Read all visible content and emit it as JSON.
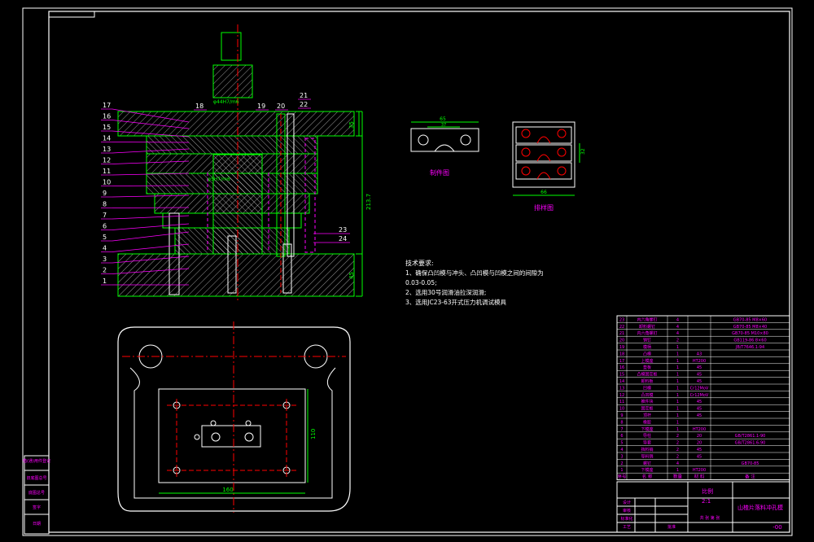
{
  "colors": {
    "background": "#000000",
    "frame": "#ffffff",
    "outline": "#00ff00",
    "section": "#ffffff",
    "hidden": "#ff00ff",
    "center": "#ff0000",
    "dimension": "#00ff00",
    "leader": "#ff00ff",
    "note": "#ffffff",
    "table": "#ffffff",
    "table_text": "#ff00ff",
    "table_fill": "#00aa00"
  },
  "part_numbers_left": [
    "17",
    "16",
    "15",
    "14",
    "13",
    "12",
    "11",
    "10",
    "9",
    "8",
    "7",
    "6",
    "5",
    "4",
    "3",
    "2",
    "1"
  ],
  "part_numbers_top": [
    "18",
    "19",
    "20",
    "21",
    "22"
  ],
  "part_numbers_right": [
    "23",
    "24"
  ],
  "dimensions": {
    "top_stack": "35",
    "total_height": "213.7",
    "bottom_base": "45",
    "fit_label": "φ44H7/m6",
    "fit_label_2": "φ5H7/m6",
    "base_width": "160",
    "base_depth": "110",
    "detail1_width": "65",
    "detail1_inner": "37",
    "detail2_width": "66",
    "detail2_height": "32"
  },
  "detail_labels": {
    "part_view": "制件图",
    "layout_view": "排样图"
  },
  "tech_notes": {
    "title": "技术要求:",
    "lines": [
      "1、确保凸凹模与冲头、凸凹模与凹模之间的间隙为",
      "0.03-0.05;",
      "2、选用30号润滑油拉深润滑;",
      "3、选用JC23-63开式压力机调试模具"
    ]
  },
  "bom_rows": [
    {
      "no": "23",
      "name": "内六角螺钉",
      "qty": "4",
      "mat": "",
      "std": "GB70-85 M8×60"
    },
    {
      "no": "22",
      "name": "卸料螺钉",
      "qty": "4",
      "mat": "",
      "std": "GB70-85 M8×40"
    },
    {
      "no": "21",
      "name": "内六角螺钉",
      "qty": "4",
      "mat": "",
      "std": "GB70-85 M10×80"
    },
    {
      "no": "20",
      "name": "销钉",
      "qty": "2",
      "mat": "",
      "std": "GB119-86 8×60"
    },
    {
      "no": "19",
      "name": "模柄",
      "qty": "1",
      "mat": "",
      "std": "JB/T7646.1-94"
    },
    {
      "no": "18",
      "name": "凸模",
      "qty": "1",
      "mat": "A3",
      "std": ""
    },
    {
      "no": "17",
      "name": "上模座",
      "qty": "1",
      "mat": "HT200",
      "std": ""
    },
    {
      "no": "16",
      "name": "垫板",
      "qty": "1",
      "mat": "45",
      "std": ""
    },
    {
      "no": "15",
      "name": "凸模固定板",
      "qty": "1",
      "mat": "45",
      "std": ""
    },
    {
      "no": "14",
      "name": "卸料板",
      "qty": "1",
      "mat": "45",
      "std": ""
    },
    {
      "no": "13",
      "name": "凹模",
      "qty": "1",
      "mat": "Cr12MoV",
      "std": ""
    },
    {
      "no": "12",
      "name": "凸凹模",
      "qty": "1",
      "mat": "Cr12MoV",
      "std": ""
    },
    {
      "no": "11",
      "name": "推件块",
      "qty": "1",
      "mat": "45",
      "std": ""
    },
    {
      "no": "10",
      "name": "固定板",
      "qty": "1",
      "mat": "45",
      "std": ""
    },
    {
      "no": "9",
      "name": "顶杆",
      "qty": "1",
      "mat": "45",
      "std": ""
    },
    {
      "no": "8",
      "name": "橡胶",
      "qty": "1",
      "mat": "",
      "std": ""
    },
    {
      "no": "7",
      "name": "下模座",
      "qty": "1",
      "mat": "HT200",
      "std": ""
    },
    {
      "no": "6",
      "name": "导柱",
      "qty": "2",
      "mat": "20",
      "std": "GB/T2861.1-90"
    },
    {
      "no": "5",
      "name": "导套",
      "qty": "2",
      "mat": "20",
      "std": "GB/T2861.6-90"
    },
    {
      "no": "4",
      "name": "挡料销",
      "qty": "2",
      "mat": "45",
      "std": ""
    },
    {
      "no": "3",
      "name": "导料销",
      "qty": "2",
      "mat": "45",
      "std": ""
    },
    {
      "no": "2",
      "name": "螺钉",
      "qty": "4",
      "mat": "",
      "std": "GB70-85"
    },
    {
      "no": "1",
      "name": "下模座",
      "qty": "1",
      "mat": "HT200",
      "std": ""
    }
  ],
  "bom_header": {
    "no": "序号",
    "name": "名 称",
    "qty": "数量",
    "mat": "材 料",
    "std": "备 注"
  },
  "title_block": {
    "scale": "比例",
    "scale_value": "2:1",
    "drawing_title": "山楂片落料冲孔模",
    "drawing_no": "-00",
    "designer": "设计",
    "checker": "审核",
    "standard": "标准化",
    "approve": "批准",
    "process": "工艺",
    "sheet": "共 张 第 张"
  },
  "left_stamp": [
    "借(通)用件登记",
    "旧底图总号",
    "底图总号",
    "签字",
    "日期"
  ]
}
